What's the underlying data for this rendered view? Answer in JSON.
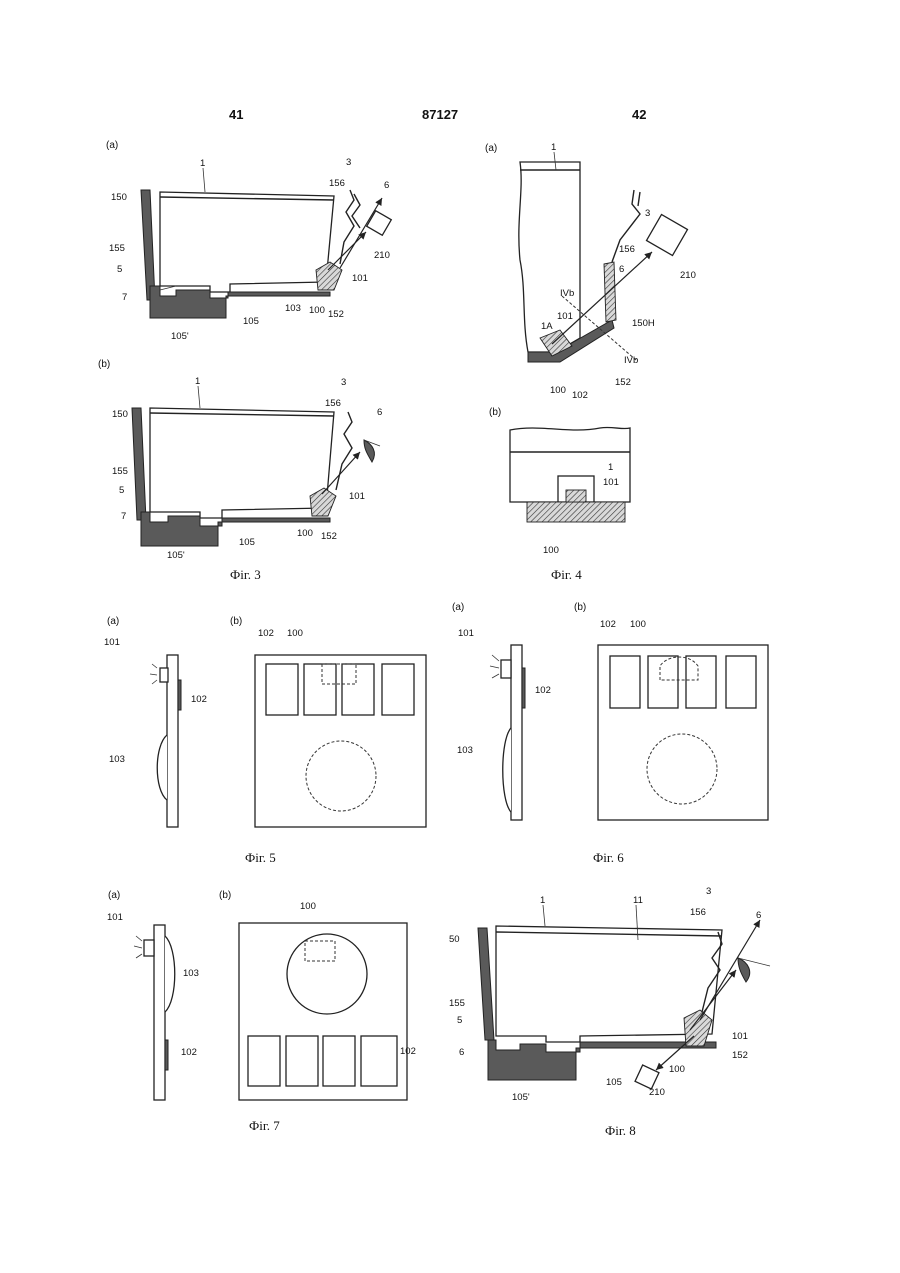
{
  "header": {
    "left_page": "41",
    "patent_number": "87127",
    "right_page": "42"
  },
  "captions": {
    "fig3": "Фiг. 3",
    "fig4": "Фiг. 4",
    "fig5": "Фiг. 5",
    "fig6": "Фiг. 6",
    "fig7": "Фiг. 7",
    "fig8": "Фiг. 8"
  },
  "sub_labels": {
    "a": "(a)",
    "b": "(b)"
  },
  "ref_numerals": {
    "n1": "1",
    "n3": "3",
    "n5": "5",
    "n6": "6",
    "n7": "7",
    "n11": "11",
    "n50": "50",
    "n100": "100",
    "n101": "101",
    "n102": "102",
    "n103": "103",
    "n105": "105",
    "n105p": "105'",
    "n150": "150",
    "n150H": "150H",
    "n152": "152",
    "n155": "155",
    "n156": "156",
    "n210": "210",
    "n1A": "1A",
    "nIVb": "IVb"
  }
}
